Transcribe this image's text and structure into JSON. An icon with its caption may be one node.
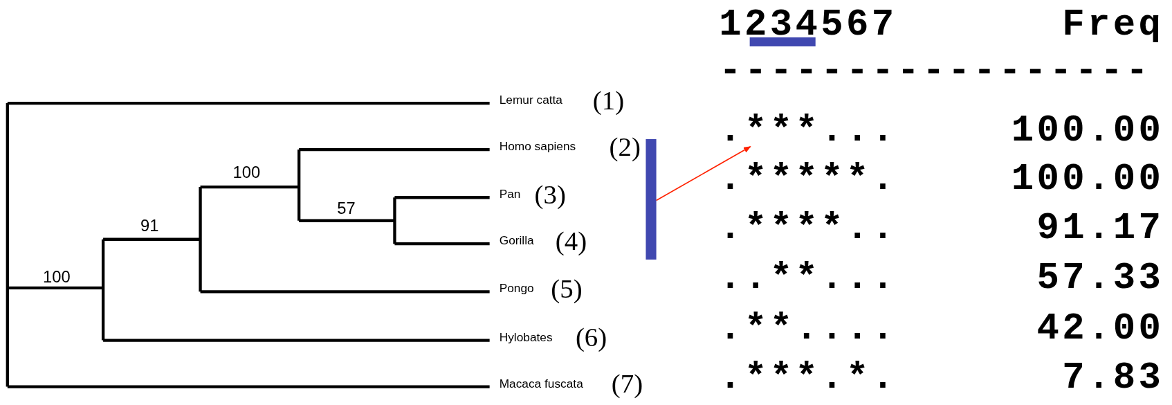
{
  "diagram": {
    "nodes": [
      {
        "text": [
          "Lemur catta"
        ],
        "beside": [
          "(1)"
        ]
      },
      {
        "text": [
          "Homo sapiens"
        ],
        "beside": [
          "(2)"
        ]
      },
      {
        "text": [
          "Pan"
        ],
        "beside": [
          "(3)"
        ]
      },
      {
        "text": [
          "Gorilla"
        ],
        "beside": [
          "(4)"
        ]
      },
      {
        "text": [
          "Pongo"
        ],
        "beside": [
          "(5)"
        ]
      },
      {
        "text": [
          "Hylobates"
        ],
        "beside": [
          "(6)"
        ]
      },
      {
        "text": [
          "Macaca fuscata"
        ],
        "beside": [
          "(7)"
        ]
      },
      {
        "text": [],
        "shape": "bar"
      },
      {
        "text": [
          ".***..."
        ]
      }
    ],
    "edges": [
      {
        "from": 7,
        "to": 8,
        "arrow": "to",
        "color": "#ff2200"
      }
    ],
    "labels": [
      "1234567",
      "Freq",
      "-----------------",
      "100",
      "57",
      "91",
      "100",
      "100.00",
      ".*****.",
      "100.00",
      ".****..",
      "91.17",
      "..**...",
      "57.33",
      ".**....",
      "42.00",
      ".***.*.",
      "7.83"
    ]
  }
}
